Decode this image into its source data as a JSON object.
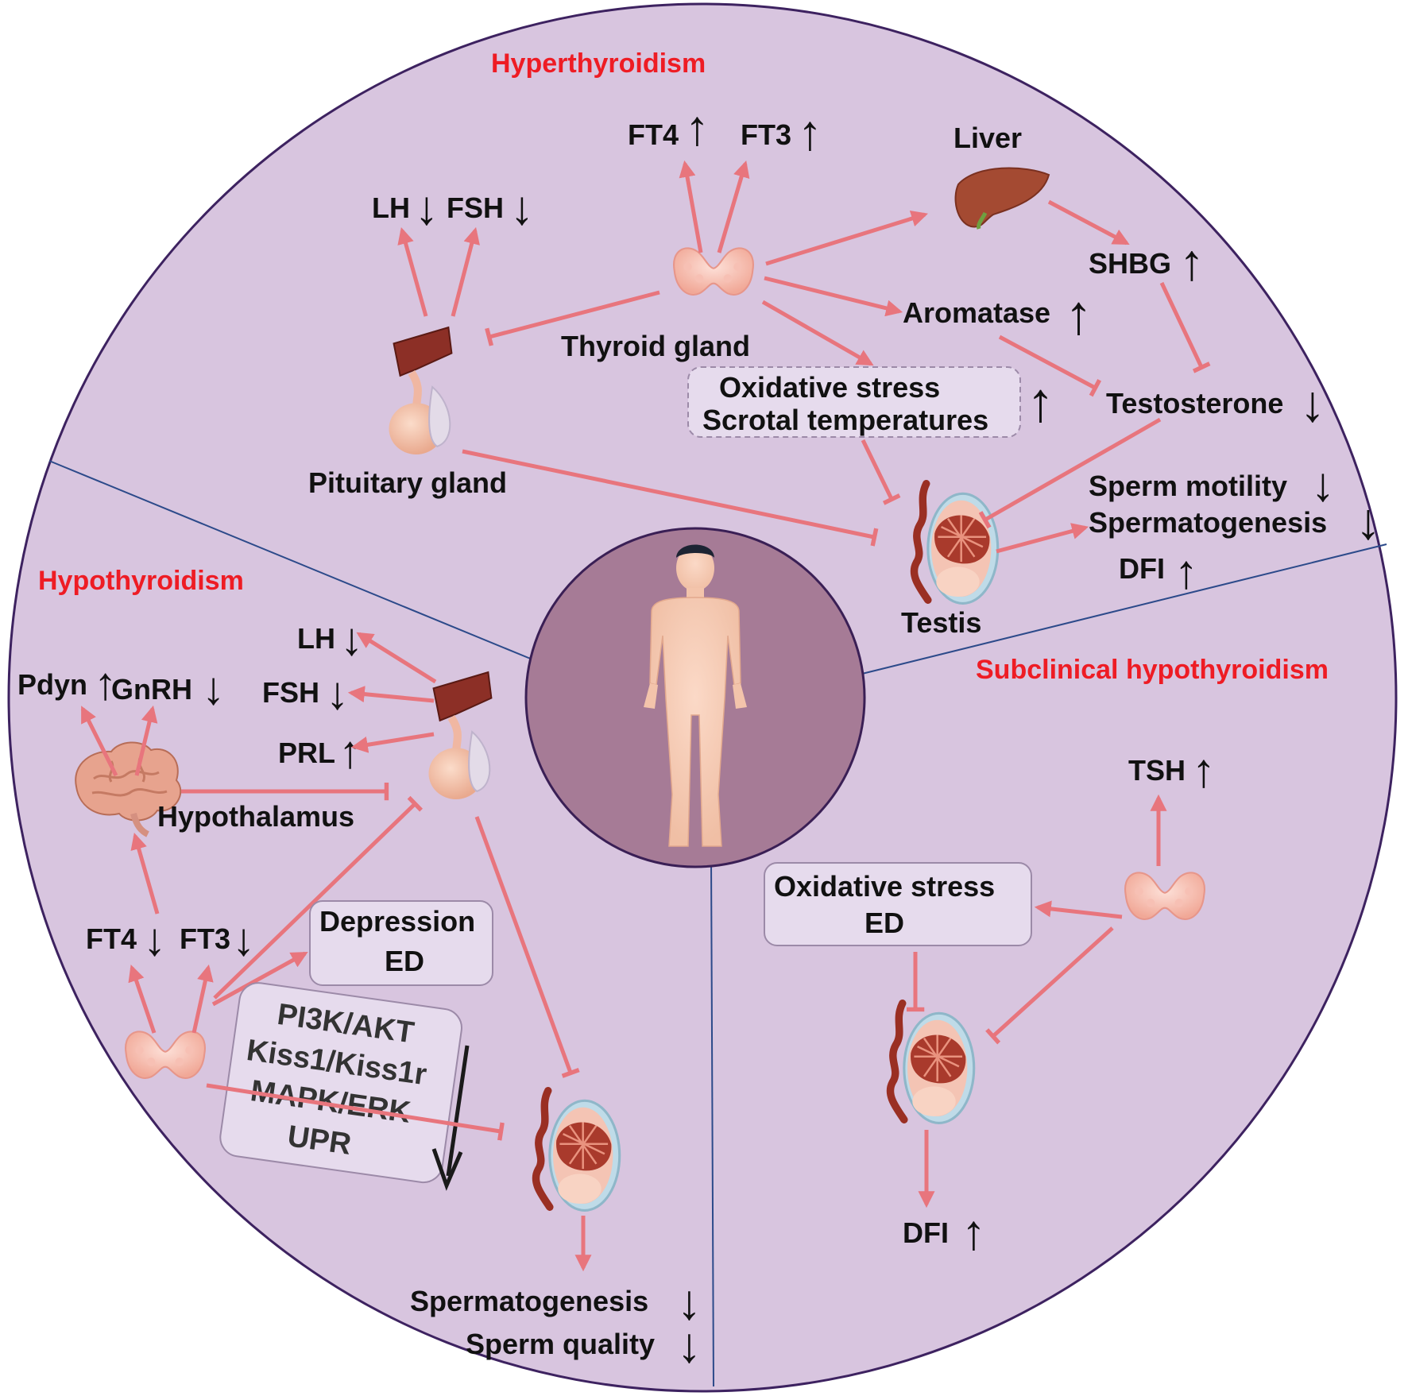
{
  "colors": {
    "outer_fill": "#d8c5df",
    "outer_stroke": "#3d2260",
    "center_fill": "#a67b96",
    "divider": "#2c4a8a",
    "arrow": "#e8757d",
    "section_title": "#ee1c24",
    "box_fill": "#e6dbed",
    "box_stroke": "#9c8aa8"
  },
  "arrow_up": "↑",
  "arrow_down": "↓",
  "hyper": {
    "title": "Hyperthyroidism",
    "ft4": "FT4",
    "ft3": "FT3",
    "lh": "LH",
    "fsh": "FSH",
    "liver": "Liver",
    "shbg": "SHBG",
    "aromatase": "Aromatase",
    "thyroid": "Thyroid gland",
    "stress_line1": "Oxidative stress",
    "stress_line2": "Scrotal temperatures",
    "testosterone": "Testosterone",
    "pituitary": "Pituitary gland",
    "motility": "Sperm motility",
    "spermatogenesis": "Spermatogenesis",
    "dfi": "DFI",
    "testis": "Testis"
  },
  "hypo": {
    "title": "Hypothyroidism",
    "lh": "LH",
    "fsh": "FSH",
    "prl": "PRL",
    "pdyn": "Pdyn",
    "gnrh": "GnRH",
    "hypothalamus": "Hypothalamus",
    "ft4": "FT4",
    "ft3": "FT3",
    "depression": "Depression",
    "ed": "ED",
    "pathways": [
      "PI3K/AKT",
      "Kiss1/Kiss1r",
      "MAPK/ERK",
      "UPR"
    ],
    "spermatogenesis": "Spermatogenesis",
    "sperm_quality": "Sperm quality"
  },
  "subclinical": {
    "title": "Subclinical hypothyroidism",
    "tsh": "TSH",
    "stress": "Oxidative stress",
    "ed": "ED",
    "dfi": "DFI"
  }
}
